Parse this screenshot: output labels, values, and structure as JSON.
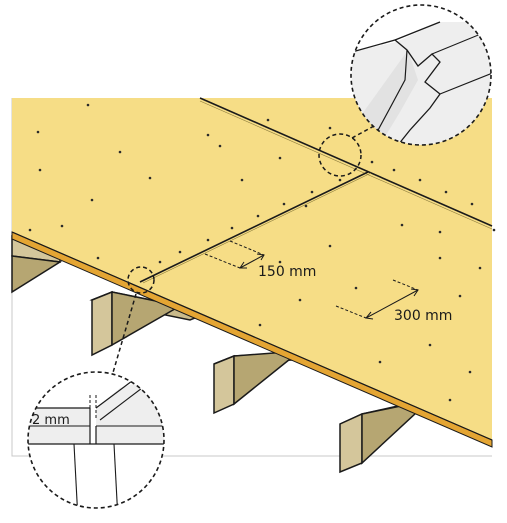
{
  "labels": {
    "spacing_short": "150 mm",
    "spacing_long": "300 mm",
    "expansion_gap": "2 mm"
  },
  "colors": {
    "board_face": "#F6DD86",
    "board_edge": "#E4A533",
    "joist_face": "#D4C69B",
    "joist_side": "#B6A672",
    "detail_fill": "#EEEEEE",
    "line": "#1A1A1A"
  },
  "icons": {
    "tongue_groove_detail": "tongue-and-groove-joint-icon",
    "gap_detail": "expansion-gap-detail-icon"
  }
}
